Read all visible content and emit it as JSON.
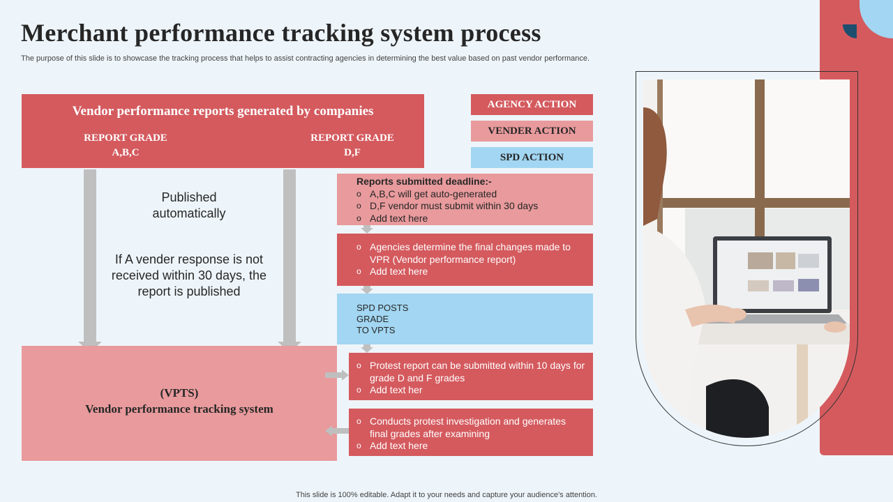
{
  "title": "Merchant performance tracking system process",
  "subtitle": "The purpose of this slide is to showcase the tracking process that helps to assist contracting agencies in determining the best value based on past vendor performance.",
  "top_box": {
    "heading": "Vendor performance reports generated by companies",
    "grade_left": {
      "line1": "REPORT GRADE",
      "line2": "A,B,C"
    },
    "grade_right": {
      "line1": "REPORT GRADE",
      "line2": "D,F"
    }
  },
  "middle": {
    "published_line1": "Published",
    "published_line2": "automatically",
    "response_line1": "If A vender response is not",
    "response_line2": "received within 30 days, the",
    "response_line3": "report is published"
  },
  "vpts": {
    "line1": "(VPTS)",
    "line2": "Vendor performance tracking system"
  },
  "legend": {
    "agency": "AGENCY ACTION",
    "vender": "VENDER ACTION",
    "spd": "SPD ACTION"
  },
  "steps": {
    "box1": {
      "heading": "Reports submitted deadline:-",
      "items": [
        "A,B,C will get auto-generated",
        "D,F vendor must submit within 30 days",
        "Add text here"
      ]
    },
    "box2": {
      "items": [
        "Agencies determine the final changes made to VPR (Vendor performance report)",
        "Add text here"
      ]
    },
    "box3": {
      "lines": [
        "SPD POSTS",
        "GRADE",
        "TO VPTS"
      ]
    },
    "box4": {
      "items": [
        "Protest report can be submitted within 10 days for grade D and F grades",
        "Add text her"
      ]
    },
    "box5": {
      "items": [
        "Conducts protest investigation and generates final grades after examining",
        "Add text here"
      ]
    }
  },
  "bullet_glyph": "o",
  "footer": "This slide is 100% editable. Adapt it to your needs and capture your audience's attention.",
  "colors": {
    "red": "#d45a5e",
    "pink": "#e89a9c",
    "light_blue": "#a2d6f2",
    "navy": "#1d4e6e",
    "arrow_gray": "#bfbfbf",
    "background": "#eef5fa"
  }
}
